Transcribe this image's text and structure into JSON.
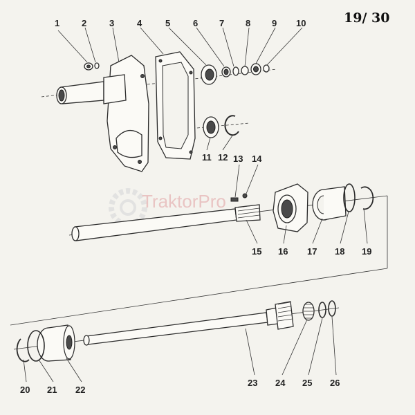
{
  "page_number": "19/ 30",
  "watermark": "TraktorPro",
  "callouts": [
    "1",
    "2",
    "3",
    "4",
    "5",
    "6",
    "7",
    "8",
    "9",
    "10",
    "11",
    "12",
    "13",
    "14",
    "15",
    "16",
    "17",
    "18",
    "19",
    "20",
    "21",
    "22",
    "23",
    "24",
    "25",
    "26"
  ]
}
